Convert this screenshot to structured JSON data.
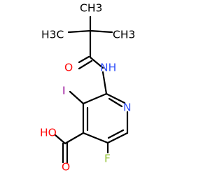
{
  "colors": {
    "carbon": "#000000",
    "oxygen": "#ff0d0d",
    "nitrogen": "#3050f8",
    "fluorine": "#90c030",
    "iodine": "#940094"
  },
  "labels": {
    "methyl_top": "CH3",
    "methyl_left": "H3C",
    "methyl_right": "CH3",
    "carbonyl_oxygen": "O",
    "amide_nh": "NH",
    "iodine": "I",
    "ring_nitrogen": "N",
    "acid_oh": "HO",
    "acid_oxygen": "O",
    "fluorine": "F"
  }
}
